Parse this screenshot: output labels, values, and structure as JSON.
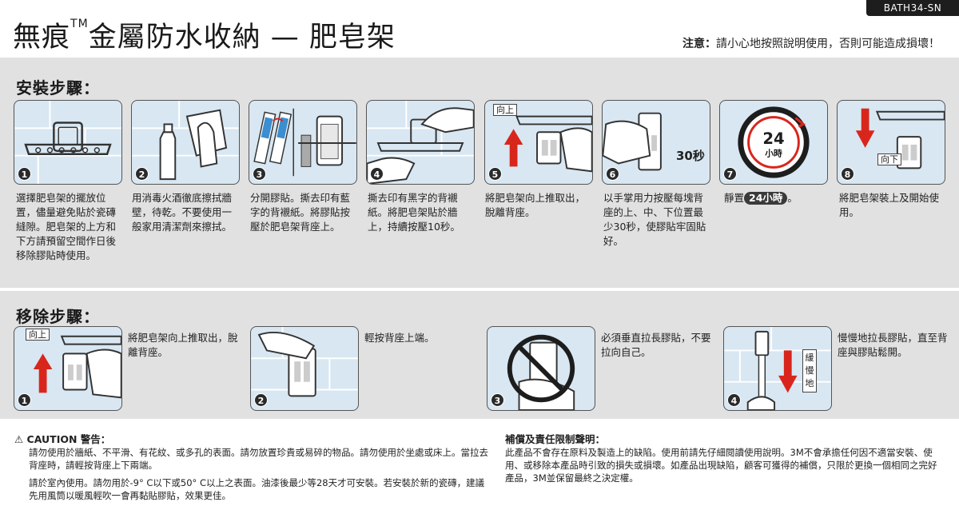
{
  "product_code": "BATH34-SN",
  "title": {
    "brand": "無痕",
    "tm": "TM",
    "rest": "金屬防水收納 — 肥皂架"
  },
  "notice": {
    "label": "注意：",
    "text": "請小心地按照說明使用，否則可能造成損壞！"
  },
  "install": {
    "heading": "安裝步驟：",
    "steps": [
      {
        "num": "1",
        "text": "選擇肥皂架的擺放位置，儘量避免貼於瓷磚縫隙。肥皂架的上方和下方請預留空間作日後移除膠貼時使用。"
      },
      {
        "num": "2",
        "text": "用消毒火酒徹底擦拭牆壁，待乾。不要使用一般家用清潔劑來擦拭。"
      },
      {
        "num": "3",
        "text": "分開膠貼。撕去印有藍字的背襯紙。將膠貼按壓於肥皂架背座上。"
      },
      {
        "num": "4",
        "text": "撕去印有黑字的背襯紙。將肥皂架貼於牆上，持續按壓10秒。"
      },
      {
        "num": "5",
        "text": "將肥皂架向上推取出，脫離背座。",
        "label": "向上"
      },
      {
        "num": "6",
        "text": "以手掌用力按壓每塊背座的上、中、下位置最少30秒，使膠貼牢固貼好。",
        "label": "30秒"
      },
      {
        "num": "7",
        "text_pre": "靜置",
        "pill": "24小時",
        "text_post": "。",
        "clock_big": "24",
        "clock_small": "小時"
      },
      {
        "num": "8",
        "text": "將肥皂架裝上及開始使用。",
        "label": "向下"
      }
    ]
  },
  "remove": {
    "heading": "移除步驟：",
    "steps": [
      {
        "num": "1",
        "text": "將肥皂架向上推取出，脫離背座。",
        "label": "向上"
      },
      {
        "num": "2",
        "text": "輕按背座上端。"
      },
      {
        "num": "3",
        "text": "必須垂直拉長膠貼，不要拉向自己。"
      },
      {
        "num": "4",
        "text": "慢慢地拉長膠貼，直至背座與膠貼鬆開。",
        "label": "緩慢地"
      }
    ]
  },
  "caution": {
    "title": "⚠ CAUTION 警告：",
    "p1": "請勿使用於牆紙、不平滑、有花紋、或多孔的表面。請勿放置珍貴或易碎的物品。請勿使用於坐處或床上。當拉去背座時，請輕按背座上下兩端。",
    "p2": "請於室內使用。請勿用於-9° C以下或50° C以上之表面。油漆後最少等28天才可安裝。若安裝於新的瓷磚，建議先用風筒以暖風輕吹一會再黏貼膠貼，效果更佳。"
  },
  "warranty": {
    "title": "補償及責任限制聲明：",
    "text": "此產品不會存在原料及製造上的缺陷。使用前請先仔細閱讀使用說明。3M不會承擔任何因不適當安裝、使用、或移除本產品時引致的損失或損壞。如產品出現缺陷，顧客可獲得的補償，只限於更換一個相同之完好產品，3M並保留最終之決定權。"
  },
  "colors": {
    "panel_bg": "#d8e7f2",
    "band_bg": "#e1e1e1",
    "arrow_red": "#d9261c",
    "dark": "#1d1d1d"
  }
}
